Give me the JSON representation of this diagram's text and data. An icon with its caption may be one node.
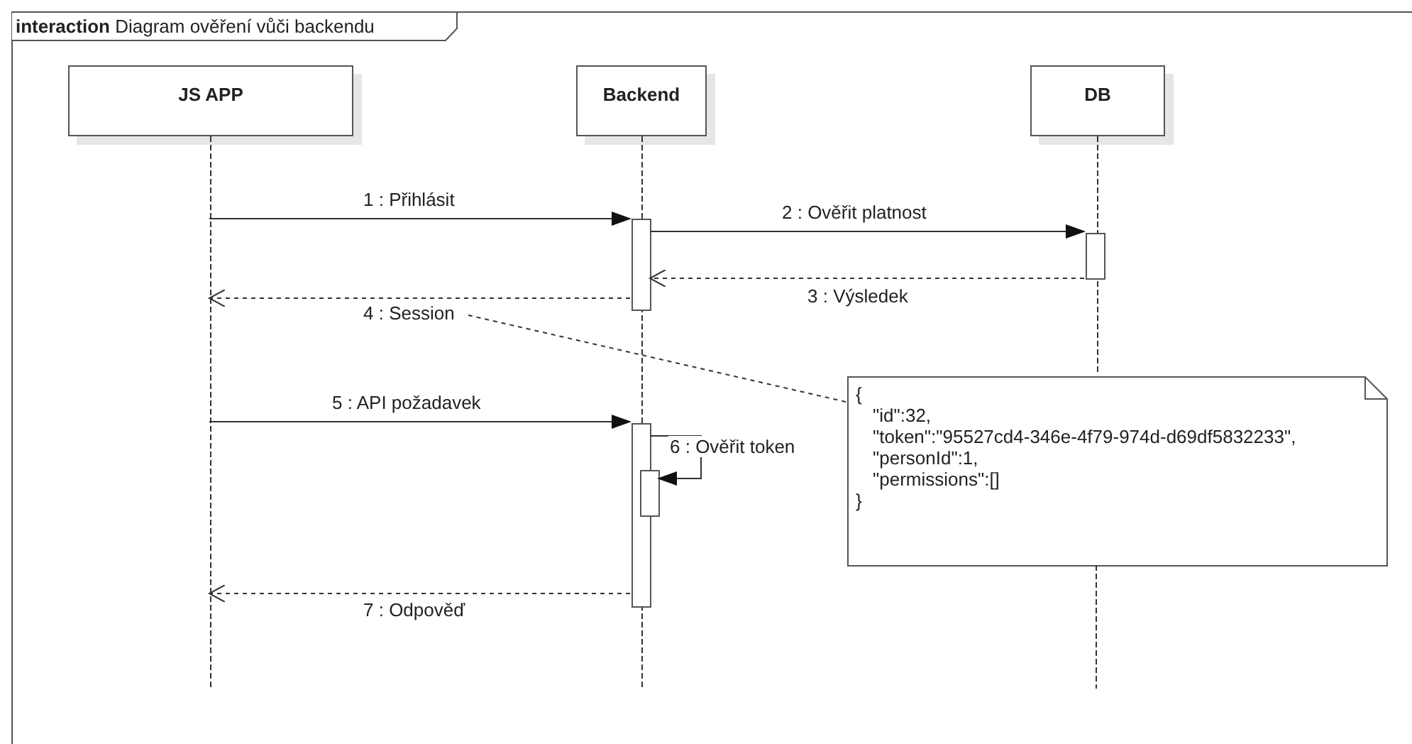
{
  "diagram": {
    "nodes": [
      {
        "text": [
          "**interaction** Diagram ověření vůči backendu"
        ]
      },
      {
        "text": [
          "JS APP"
        ],
        "in": 0
      },
      {
        "text": [
          "Backend"
        ],
        "in": 0
      },
      {
        "text": [
          "DB"
        ],
        "in": 0
      },
      {
        "text": [],
        "shape": "bar",
        "in": 2
      },
      {
        "text": [],
        "shape": "bar",
        "in": 3
      },
      {
        "text": [
          "{",
          "\"id\":32,",
          "\"token\":\"95527cd4-346e-4f79-974d-d69df5832233\",",
          "\"personId\":1,",
          "\"permissions\":[]",
          "}"
        ],
        "in": 0
      },
      {
        "text": [],
        "shape": "bar",
        "in": 2
      },
      {
        "text": [],
        "shape": "bar",
        "in": 2
      }
    ],
    "edges": [
      {
        "from": 1,
        "to": 4,
        "arrow": "to",
        "label": "1 : Přihlásit"
      },
      {
        "from": 4,
        "to": 5,
        "arrow": "to",
        "label": "2 : Ověřit platnost"
      },
      {
        "from": 5,
        "to": 4,
        "arrow": "to",
        "label": "3 : Výsledek",
        "style": "dashed"
      },
      {
        "from": 4,
        "to": 1,
        "arrow": "to",
        "label": "4 : Session",
        "style": "dashed"
      },
      {
        "from": 1,
        "to": 7,
        "arrow": "to",
        "label": "5 : API požadavek"
      },
      {
        "from": 7,
        "to": 8,
        "arrow": "to",
        "label": "6 : Ověřit token"
      },
      {
        "from": 7,
        "to": 1,
        "arrow": "to",
        "label": "7 : Odpověď",
        "style": "dashed"
      },
      {
        "from": 6,
        "to": null,
        "arrow": "none",
        "style": "dashed"
      }
    ]
  }
}
